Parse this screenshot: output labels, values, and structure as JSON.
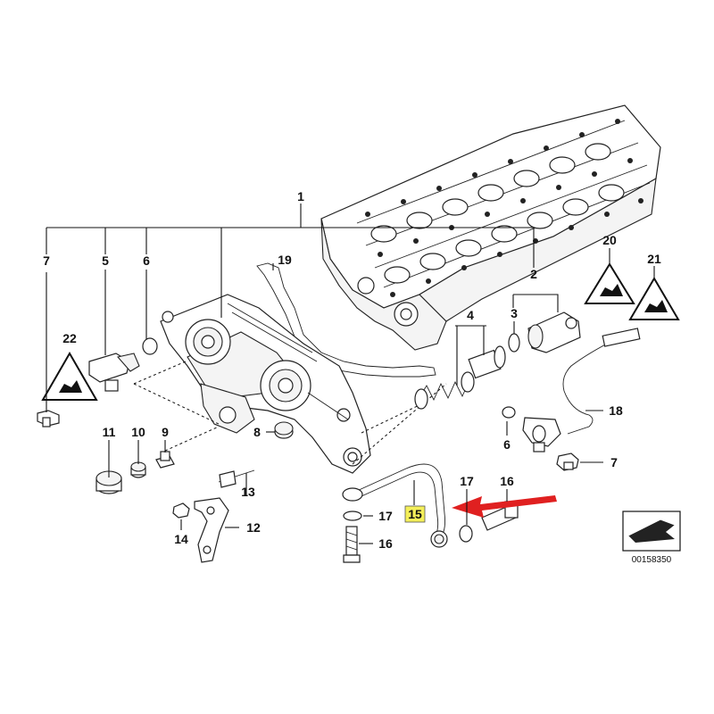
{
  "labels": {
    "l1": "1",
    "l2": "2",
    "l3": "3",
    "l4": "4",
    "l5": "5",
    "l6a": "6",
    "l6b": "6",
    "l7a": "7",
    "l7b": "7",
    "l8": "8",
    "l9": "9",
    "l10": "10",
    "l11": "11",
    "l12": "12",
    "l13": "13",
    "l14": "14",
    "l15": "15",
    "l16a": "16",
    "l16b": "16",
    "l17a": "17",
    "l17b": "17",
    "l18": "18",
    "l19": "19",
    "l20": "20",
    "l21": "21",
    "l22": "22"
  },
  "reference_number": "00158350",
  "colors": {
    "highlight": "#f4ef5a",
    "arrow": "#e02020",
    "line": "#222222"
  }
}
